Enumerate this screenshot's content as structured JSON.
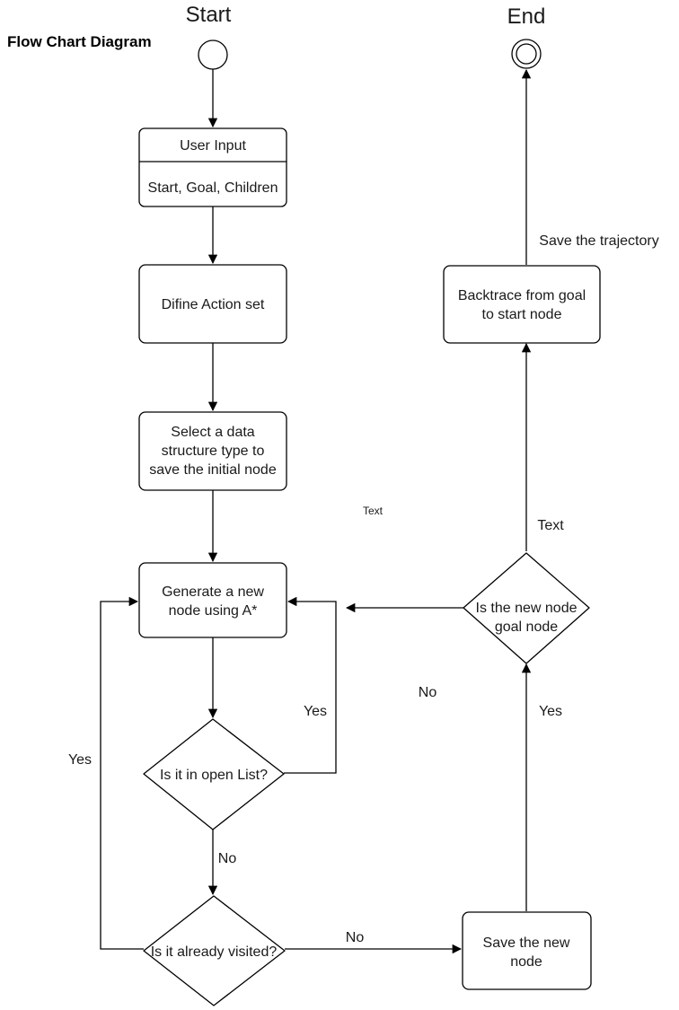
{
  "title": "Flow Chart Diagram",
  "start_label": "Start",
  "end_label": "End",
  "nodes": {
    "user_input_header": "User Input",
    "user_input_body": "Start, Goal, Children",
    "define_action": "Difine Action set",
    "select_ds": [
      "Select a data",
      "structure type to",
      "save the initial node"
    ],
    "generate": [
      "Generate a new",
      "node using A*"
    ],
    "open_list": "Is it in open List?",
    "visited": "Is it already visited?",
    "save_node": [
      "Save the new",
      "node"
    ],
    "goal_check": [
      "Is the new node",
      "goal node"
    ],
    "backtrace": [
      "Backtrace from goal",
      "to start node"
    ]
  },
  "edges": {
    "open_yes": "Yes",
    "open_no": "No",
    "visited_yes": "Yes",
    "visited_no": "No",
    "save_yes": "Yes",
    "goal_no": "No",
    "goal_text": "Text",
    "save_trajectory": "Save the trajectory"
  },
  "stray_text": "Text"
}
